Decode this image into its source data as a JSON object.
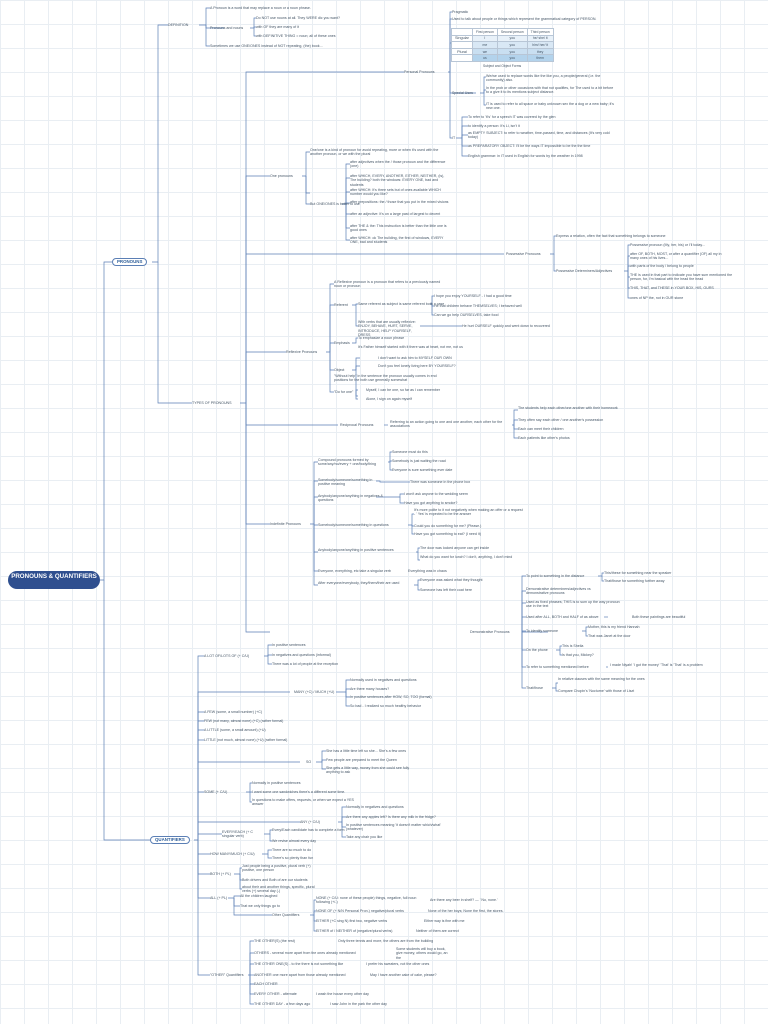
{
  "root": {
    "title": "PRONOUNS & QUANTIFIERS"
  },
  "sections": {
    "pronouns": "PRONOUNS",
    "quantifiers": "QUANTIFIERS"
  },
  "pronouns": {
    "definition": "DEFINITION",
    "def_a": "A Pronoun is a word that may replace a noun or a noun phrase.",
    "def_b": "Pronouns and nouns",
    "def_b1": "Do NOT use nouns at all. They WERE dic you want?",
    "def_b2": "with OF they are many of it",
    "def_b3": "with DEFINITIVE THING = noun; all of these ones",
    "def_c": "Sometimes we use ONE/ONES instead of NOT repeating, (the) book...",
    "types": "TYPES OF PRONOUNS",
    "personal": "Personal Pronouns",
    "personal_def": "Used to talk about people or things which represent the grammatical category of PERSON.",
    "personal_top": "Pragmatic",
    "table": {
      "headers": [
        "",
        "First person",
        "Second person",
        "Third person"
      ],
      "rows": [
        [
          "Singular",
          "I",
          "you",
          "he/ she/ it"
        ],
        [
          "",
          "me",
          "you",
          "him/ her/ it"
        ],
        [
          "Plural",
          "we",
          "you",
          "they"
        ],
        [
          "",
          "us",
          "you",
          "them"
        ]
      ],
      "caption": "Subject and Object Forms"
    },
    "special_uses": "Special Uses",
    "su1": "We/we used to replace words like the like you, a people/general (i.e. the community) also.",
    "su2": "In the prob or other occasions with that not qualifies, for The used to a bit before to a give it to its mentions subject distance.",
    "su3": "IT is used to refer to all space or baby unknown sex the a dog or a new baby; it's new one.",
    "it_label": "IT",
    "it1": "To refer to 'it's' for a speech IT was covered by the glen",
    "it2": "to identify a person: It's Li, isn't it",
    "it3": "as EMPTY SUBJECT: to refer to weather, time-passed, time, and distances (It's very cold today)",
    "it4": "as PREPARATORY OBJECT: I'll be the ways IT impossible to be the the time",
    "it5": "English grammar: in IT used in English for words by the weather in 1998",
    "one_another": "One pronouns",
    "oa_def": "One/one is a kind of pronoun for avoid repeating, more or when it's used with the another pronoun, or we with the plural",
    "oa1": "after adjectives when the / those pronoun and the difference (one)",
    "oa2": "after WHICH, EVERY, ANOTHER, EITHER, NEITHER, (is), The building? both the windows: EVERY ONE, bad and students",
    "oa_but": "But ONE/ONES is better to use",
    "oa3": "after WHICH: It's three sets but of ones available WHICH number would you like?",
    "oa4": "after prepositions: the / those that you put in the mixed visions",
    "oa5": "after an adjective: It's on a large past of largest to decent",
    "oa6": "after THE & the: This instruction is better than the little one is good ones",
    "oa7": "after WHICH: ok The building, the first of windows, EVERY ONE, bad and students",
    "possessive": "Possessive Pronouns",
    "poss_def": "Express a relation, often the fact that something belongs to someone",
    "poss_vs": "Possessive Determiners/Adjectives",
    "pv1": "Possessive pronoun (My, her, his) or I'll today...",
    "pv2": "after OF, BOTH, MOST, or after a quantifier (OF) all my in many ones of his lives...",
    "pv3": "with parts of the body / belong to people",
    "pv4": "THE is used in that part to indicate you have sum mentioned the person, for, I'm basical with the head the head",
    "pv5": "THIS, THAT, and THESE in YOUR BOX, HIS, OURS",
    "pv6": "ones of NP the, not in OUR stone",
    "reflexive": "Reflexive Pronouns",
    "ref_def": "A Reflexive pronoun is a pronoun that refers to a previously named noun or pronoun",
    "ref_a": "Referent",
    "ref_a1": "Same referent as subject is same referent both a case",
    "ref_a1a": "I hope you enjoy YOURSELF - I had a good time",
    "ref_a1b": "He that children behave THEMSELVES; I behaved well",
    "ref_a1c": "Can we go help OURSELVES, take food",
    "ref_a2": "With verbs that are usually reflexive: ENJOY, BEHAVE, HURT, SERVE, INTRODUCE, HELP YOURSELF, DRESS",
    "ref_a2a": "He hurt OURSELF quickly and went down to recovered",
    "ref_b": "Emphasis",
    "ref_b1": "To emphasize a noun phrase",
    "ref_b1a": "It's Father himself started with it there was at heart, not me, not us",
    "ref_b2": "Object",
    "ref_b2a": "I don't want to ask him to MYSELF OUR OWN",
    "ref_b2b": "Don't you feel lonely living here BY YOURSELF?",
    "ref_c": "\"Without help\" in the sentence the pronoun usually comes in end positions for the both use generally somewhat",
    "ref_d": "\"Do for one\"",
    "ref_d1": "Myself, I can be one, so far as I can remember",
    "ref_d2": "Alone, I sign on again myself",
    "reciprocal": "Reciprocal Pronouns",
    "rec_def": "Referring to an action going to one and one another, each other for the associations",
    "rec1": "The students help each other/one another with their homework",
    "rec2": "They often say each other / one another's possession",
    "rec3": "Each can meet their children",
    "rec4": "Each patients like other's photos",
    "indefinite": "Indefinite Pronouns",
    "ind_def": "Compound pronouns formed by some/any/no/every + one/body/thing",
    "ind_def1": "Someone must do this",
    "ind_def2": "Somebody is just waiting the road",
    "ind_def3": "Everyone is sure something ever date",
    "ind_a": "Somebody/someone/something in positive meaning",
    "ind_a1": "There was someone in the phone box",
    "ind_b": "Anybody/anyone/anything in negatives & questions",
    "ind_b1": "I won't ask anyone to the wedding seem",
    "ind_b2": "Have you got anything to smoke?",
    "ind_c": "Somebody/someone/something in questions",
    "ind_c1": "It's more polite to it not negatively when making an offer or a request - ' Yes' is expected to be the answer",
    "ind_c2": "Could you do something for me? (Please.)",
    "ind_c3": "Have you got something to eat? (I need it)",
    "ind_d": "Anybody/anyone/anything in positive sentences",
    "ind_d1": "The door was locked anyone can get inside",
    "ind_d2": "What do you want for lunch? I don't, anything, I don't mind",
    "ind_e": "Everyone, everything, etc take a singular verb",
    "ind_e1": "Everything was in chaos",
    "ind_f": "After everyone/everybody, they/them/their are used",
    "ind_f1": "Everyone was asked what they thought",
    "ind_f2": "Someone has left their coat here",
    "demonstrative": "Demonstrative Pronouns",
    "dem_a": "To point to something in the distance",
    "dem_a1": "This/these for something near the speaker",
    "dem_a2": "That/those for something further away",
    "dem_b": "Demonstrative determiners/adjectives vs demonstrative pronouns",
    "dem_c": "Used as fixed phrases; THIS is to sum up the way pronoun use in the text",
    "dem_d": "Used after ALL, BOTH and HALF of as above",
    "dem_d1": "Both these paintings are beautiful",
    "dem_e": "To identify someone",
    "dem_e1": "Mother, this is my friend Hannah",
    "dem_e2": "That was Janet at the door",
    "dem_f": "On the phone",
    "dem_f1": "This is Sheila",
    "dem_f2": "Is that you, Mickey?",
    "dem_g": "To refer to something mentioned before",
    "dem_g1": "I made Niyah! 'I got the money' 'That' is 'That' is a problem",
    "dem_h": "That/those",
    "dem_h1": "In relative clauses with the same meaning for the ones",
    "dem_h2": "Compare Chopin's 'Nocturne' with those of Liszt"
  },
  "quantifiers": {
    "a_lot": "A LOT OF/LOTS OF (+ C/U)",
    "al1": "In positive sentences",
    "al2": "In negatives and questions (informal)",
    "al3": "There was a lot of people at the reception",
    "much_many": "MANY (+C) / MUCH (+U)",
    "mm1": "Normally used in negatives and questions",
    "mm2": "Are there many houses?",
    "mm3": "In positive sentences after HOW, SO, TOO (formal)",
    "mm4": "So bad - I realized so much healthy behavior",
    "a_few": "A FEW (some, a small number) (+C)",
    "few": "FEW (not many, almost none) (+C) (rather formal)",
    "a_little": "A LITTLE (some, a small amount) (+U)",
    "little": "LITTLE (not much, almost none) (+U) (rather formal)",
    "so": "SO",
    "so1": "She has a little time left so she... She's a few ones",
    "so2": "Few people are prepared to meet the Queen",
    "so3": "She gets a little way, money from she could see fully anything to ask",
    "some": "SOME (+ C/U)",
    "some1": "Normally in positive sentences",
    "some2": "I want some one sandwiches there's a different some time.",
    "some3": "In questions to make offers, requests, or when we expect a YES answer",
    "any": "ANY (+ C/U)",
    "any1": "Normally in negatives and questions",
    "any2": "Are there any apples left? Is there any milk in the fridge?",
    "any3": "In positive sentences meaning 'it doesn't matter which/what' (whatever)",
    "any4": "Take any chair you like",
    "every": "EVERY/EACH (+ C singular verb)",
    "ev1": "Every/Each candidate has to complete a form",
    "ev2": "We revise almost every day",
    "how_many": "HOW MANY/MUCH (+ C/U)",
    "hm1": "There are so much to do",
    "hm2": "There's so plenty than fun",
    "both": "BOTH (+ PL)",
    "b1": "Just people being a positive, plural verb (+) positive, one person",
    "b2": "Both drivers and Both of are our students",
    "b3": "about their and another things, specific, plural verbs (+) several day (-)",
    "all": "ALL (+ PL)",
    "all1": "All the children laughed",
    "all2": "That we only things go to",
    "other_q": "Other Quantifiers",
    "oq1": "NONE (+ C/U: none of these people) things, negative, full noun following (+/-)",
    "oq1a": "Are there any beer in shelf? — ' No, none.'",
    "oq2": "NONE OF (+ N/N Personal Pron.) negative/plural verbs",
    "oq2a": "None of the her boys; None the first, the stores.",
    "oq3": "EITHER (+C sing N) first two, negative verbs",
    "oq3a": "Either way is fine with me",
    "oq4": "EITHER of / NEITHER of (negative/plural verbs)",
    "oq4a": "Neither of them are correct",
    "other": "\"OTHER\" Quantifiers",
    "ot1": "THE OTHER(S) (the rest)",
    "ot1a": "Only three tennis and more, the others are from the building",
    "ot2": "OTHERS - several more apart from the ones already mentioned",
    "ot2a": "Some students will buy a book, give money, others would go, an the",
    "ot3": "THE OTHER ONE(S) - to the there is not something like",
    "ot3a": "I prefer his sweaters, not the other ones",
    "ot4": "ANOTHER one more apart from those already mentioned",
    "ot4a": "May I have another cake of cake, please?",
    "ot5": "EACH OTHER",
    "ot6": "EVERY OTHER - alternate",
    "ot6a": "I wash the house every other day",
    "ot7": "THE OTHER DAY - a few days ago",
    "ot7a": "I saw John in the park the other day"
  },
  "colors": {
    "root": "#2f4f8f",
    "line": "#5b7fb5",
    "text": "#445566"
  }
}
